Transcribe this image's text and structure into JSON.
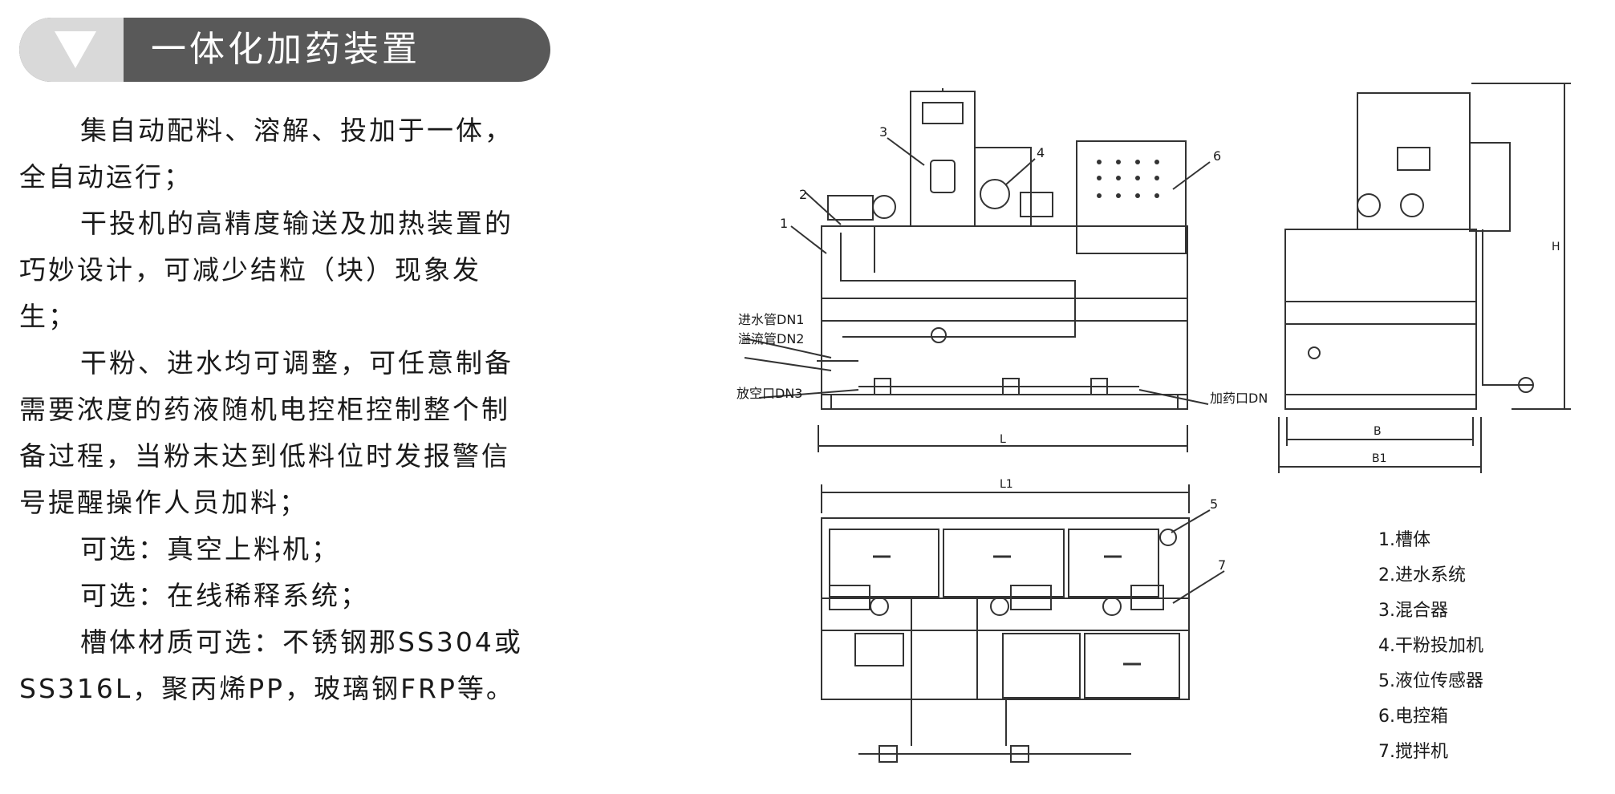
{
  "header": {
    "title": "一体化加药装置",
    "arrow_icon": "triangle-down-icon"
  },
  "body_paragraphs": [
    {
      "text": "集自动配料、溶解、投加于一体，",
      "indent": true
    },
    {
      "text": "全自动运行；",
      "indent": false
    },
    {
      "text": "干投机的高精度输送及加热装置的",
      "indent": true
    },
    {
      "text": "巧妙设计，可减少结粒（块）现象发",
      "indent": false
    },
    {
      "text": "生；",
      "indent": false
    },
    {
      "text": "干粉、进水均可调整，可任意制备",
      "indent": true
    },
    {
      "text": "需要浓度的药液随机电控柜控制整个制",
      "indent": false
    },
    {
      "text": "备过程，当粉末达到低料位时发报警信",
      "indent": false
    },
    {
      "text": "号提醒操作人员加料；",
      "indent": false
    },
    {
      "text": "可选：真空上料机；",
      "indent": true
    },
    {
      "text": "可选：在线稀释系统；",
      "indent": true
    },
    {
      "text": "槽体材质可选：不锈钢那SS304或",
      "indent": true
    },
    {
      "text": "SS316L，聚丙烯PP，玻璃钢FRP等。",
      "indent": false
    }
  ],
  "diagram": {
    "callouts": [
      "1",
      "2",
      "3",
      "4",
      "5",
      "6",
      "7"
    ],
    "port_labels": {
      "inlet": "进水管DN1",
      "overflow": "溢流管DN2",
      "drain": "放空口DN3",
      "dosing": "加药口DN"
    },
    "dimensions": {
      "length": "L",
      "length1": "L1",
      "height": "H",
      "width": "B",
      "width1": "B1"
    }
  },
  "legend": [
    "1.槽体",
    "2.进水系统",
    "3.混合器",
    "4.干粉投加机",
    "5.液位传感器",
    "6.电控箱",
    "7.搅拌机"
  ]
}
